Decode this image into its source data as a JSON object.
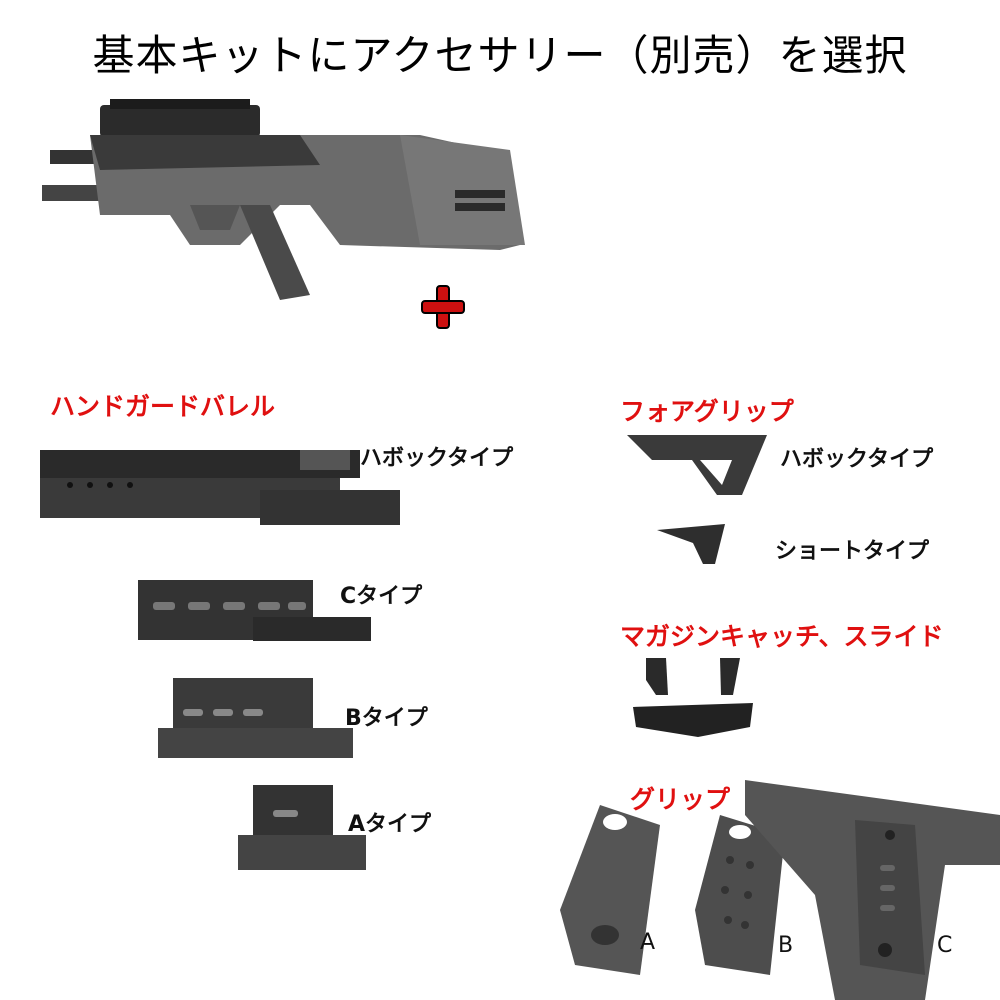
{
  "title": "基本キットにアクセサリー（別売）を選択",
  "plus_symbol": "+",
  "colors": {
    "accent_red": "#e01010",
    "gun_dark": "#2a2a2a",
    "gun_grey": "#6a6a6a"
  },
  "sections": {
    "handguard": {
      "title": "ハンドガードバレル",
      "items": [
        {
          "label": "ハボックタイプ"
        },
        {
          "label": "Cタイプ"
        },
        {
          "label": "Bタイプ"
        },
        {
          "label": "Aタイプ"
        }
      ]
    },
    "foregrip": {
      "title": "フォアグリップ",
      "items": [
        {
          "label": "ハボックタイプ"
        },
        {
          "label": "ショートタイプ"
        }
      ]
    },
    "magcatch": {
      "title": "マガジンキャッチ、スライド"
    },
    "grip": {
      "title": "グリップ",
      "items": [
        {
          "label": "A"
        },
        {
          "label": "B"
        },
        {
          "label": "C"
        }
      ]
    }
  }
}
